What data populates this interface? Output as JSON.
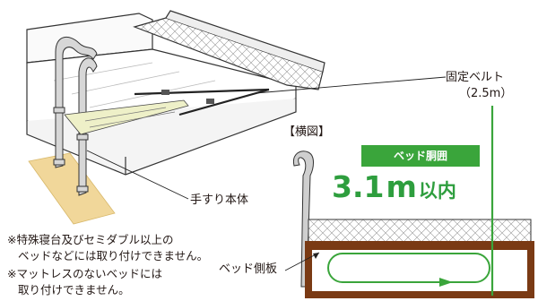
{
  "labels": {
    "belt_name": "固定ベルト",
    "belt_length": "（2.5m）",
    "side_view": "【横図】",
    "badge": "ベッド胴囲",
    "limit_number": "3.1",
    "limit_unit": "m",
    "limit_suffix": "以内",
    "handrail_body": "手すり本体",
    "bed_side_board": "ベッド側板"
  },
  "notes": [
    "※特殊寝台及びセミダブル以上の",
    "ベッドなどには取り付けできません。",
    "※マットレスのないベッドには",
    "取り付けできません。"
  ],
  "colors": {
    "accent_green": "#3aa53b",
    "big_text_green": "#2e9e3e",
    "bed_frame_brown": "#7a3a14",
    "floor_mat": "#f1d79a",
    "line": "#333333"
  }
}
